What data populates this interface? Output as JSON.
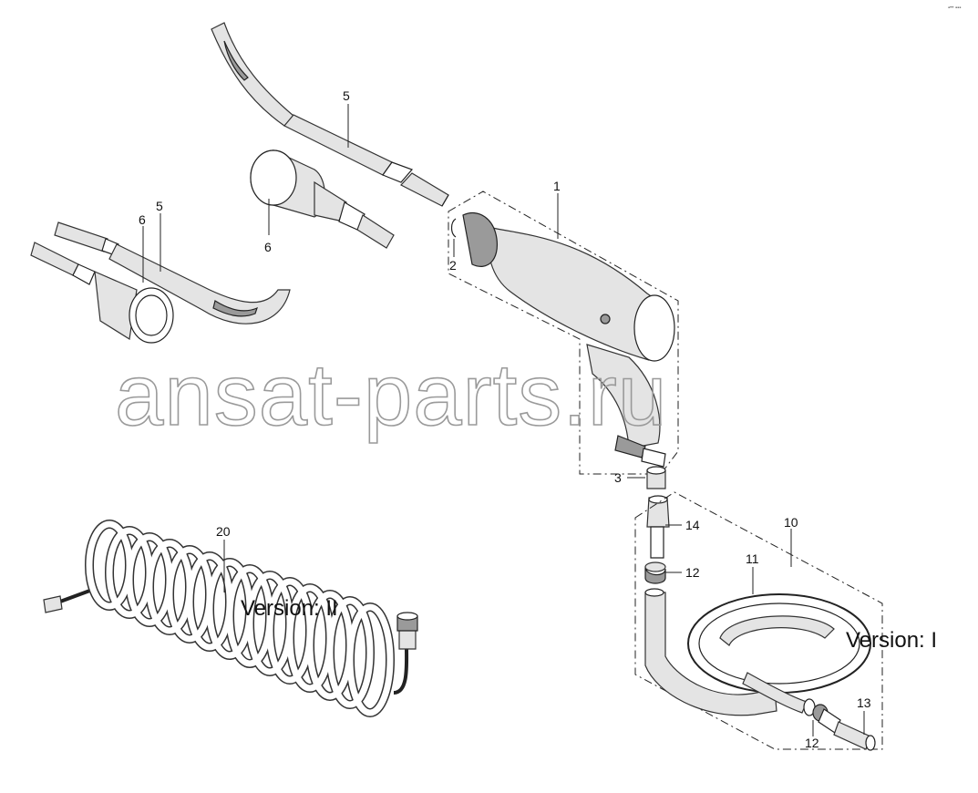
{
  "watermark": "ansat-parts.ru",
  "corner_mark": "▪•• ▪▪▪",
  "versions": {
    "v1": "Version: I",
    "v2": "Version: II"
  },
  "callouts": {
    "c1": "1",
    "c2": "2",
    "c3": "3",
    "c5a": "5",
    "c5b": "5",
    "c6a": "6",
    "c6b": "6",
    "c10": "10",
    "c11": "11",
    "c12a": "12",
    "c12b": "12",
    "c13": "13",
    "c14": "14",
    "c20": "20"
  }
}
